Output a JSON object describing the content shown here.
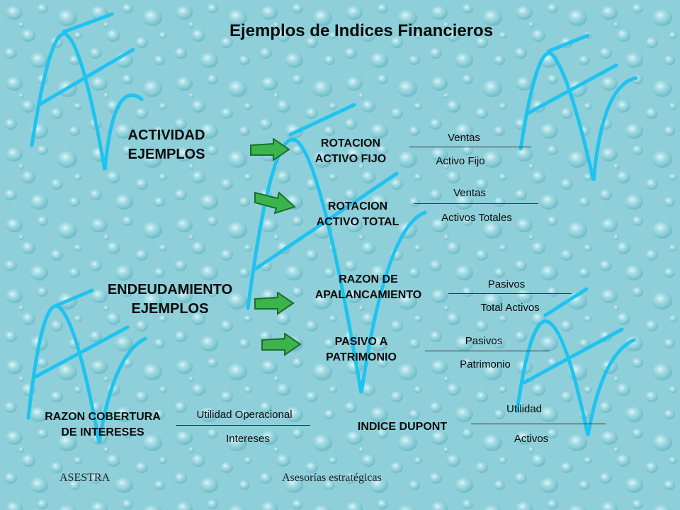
{
  "slide": {
    "title": "Ejemplos de Indices Financieros",
    "background_color": "#8ecfd9",
    "accent_color": "#1ec3f0",
    "arrow_color": "#3cb44b"
  },
  "sections": {
    "actividad": [
      "ACTIVIDAD",
      "EJEMPLOS"
    ],
    "endeudamiento": [
      "ENDEUDAMIENTO",
      "EJEMPLOS"
    ]
  },
  "ratios": {
    "rotacion_activo_fijo": {
      "name": [
        "ROTACION",
        "ACTIVO FIJO"
      ],
      "numerator": "Ventas",
      "denominator": "Activo Fijo"
    },
    "rotacion_activo_total": {
      "name": [
        "ROTACION",
        "ACTIVO TOTAL"
      ],
      "numerator": "Ventas",
      "denominator": "Activos Totales"
    },
    "razon_apalancamiento": {
      "name": [
        "RAZON DE",
        "APALANCAMIENTO"
      ],
      "numerator": "Pasivos",
      "denominator": "Total Activos"
    },
    "pasivo_patrimonio": {
      "name": [
        "PASIVO A",
        "PATRIMONIO"
      ],
      "numerator": "Pasivos",
      "denominator": "Patrimonio"
    },
    "cobertura_intereses": {
      "name": [
        "RAZON COBERTURA",
        "DE INTERESES"
      ],
      "numerator": "Utilidad Operacional",
      "denominator": "Intereses"
    },
    "indice_dupont": {
      "name": "INDICE DUPONT",
      "numerator": "Utilidad",
      "denominator": "Activos"
    }
  },
  "footer": {
    "left": "ASESTRA",
    "center": "Asesorías estratégicas"
  }
}
